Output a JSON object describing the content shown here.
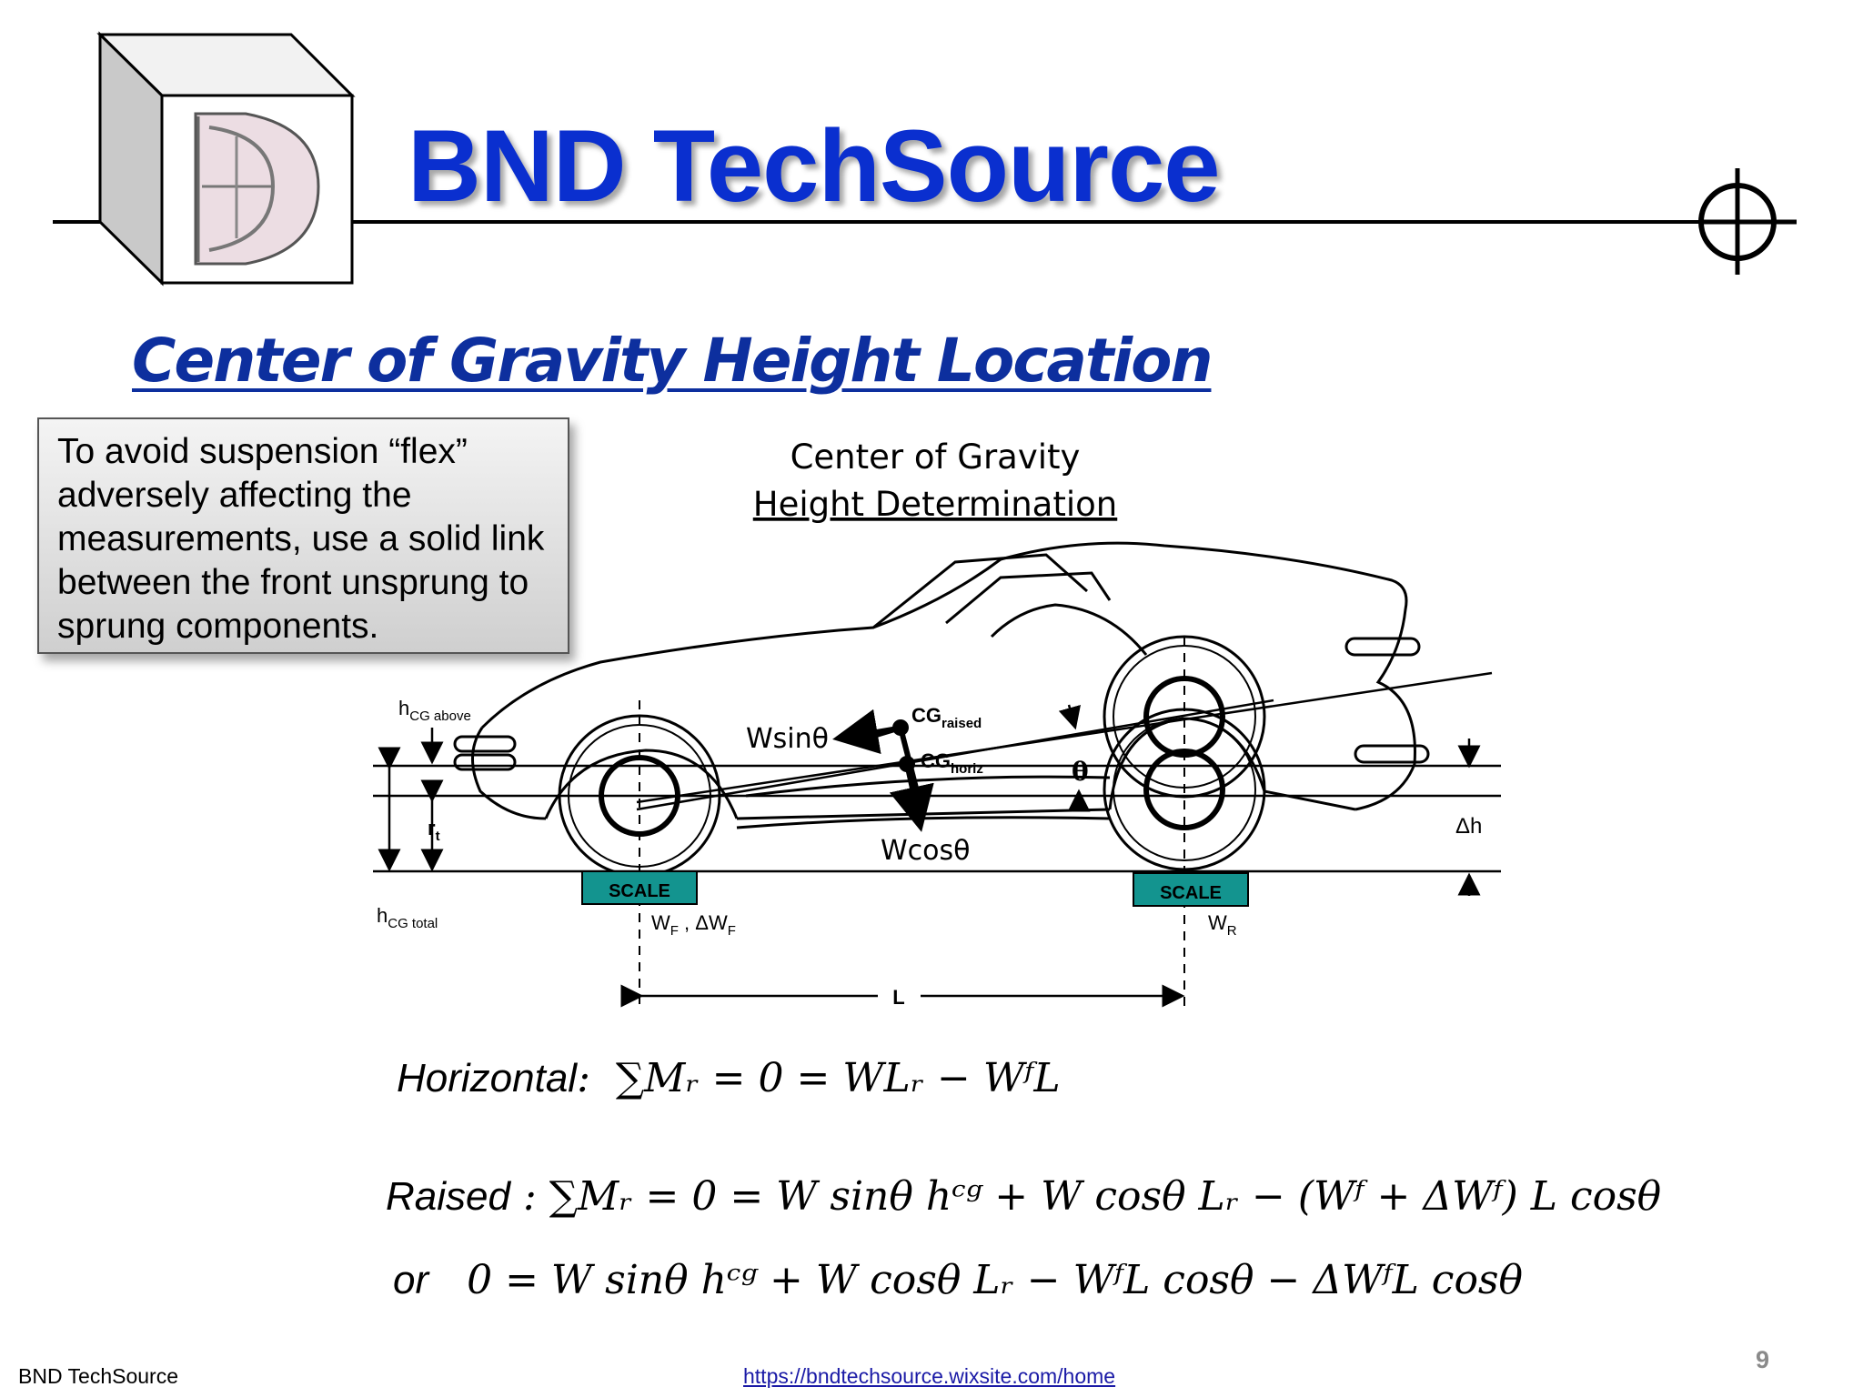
{
  "header": {
    "brand": "BND TechSource",
    "logo_icon": "bnd-cube-logo-icon",
    "crosshair_icon": "crosshair-icon"
  },
  "slide": {
    "title": "Center of Gravity Height Location",
    "note": "To avoid suspension “flex” adversely affecting the measurements, use a solid link between the front unsprung to sprung components."
  },
  "diagram": {
    "title_line1": "Center of Gravity",
    "title_line2": "Height Determination",
    "labels": {
      "h_cg_above": "h",
      "h_cg_above_sub": "CG above",
      "r_t": "r",
      "r_t_sub": "t",
      "h_cg_total": "h",
      "h_cg_total_sub": "CG total",
      "wsin": "Wsinθ",
      "cg_raised": "CG",
      "cg_raised_sub": "raised",
      "cg_horiz": "CG",
      "cg_horiz_sub": "horiz",
      "theta": "θ",
      "wcos": "Wcosθ",
      "delta_h": "Δh",
      "scale_front": "SCALE",
      "scale_rear": "SCALE",
      "wf": "W",
      "wf_sub": "F",
      "wf_sep": " , ΔW",
      "wf_sub2": "F",
      "wr": "W",
      "wr_sub": "R",
      "length": "L"
    }
  },
  "equations": {
    "horizontal_label": "Horizontal",
    "horizontal": "∑Mᵣ = 0 = WLᵣ − WᶠL",
    "raised_label": "Raised",
    "raised": "∑Mᵣ = 0 = W sinθ hᶜᵍ + W cosθ Lᵣ − (Wᶠ + ΔWᶠ) L cosθ",
    "or_label": "or",
    "or_eq": "0 = W sinθ hᶜᵍ + W cosθ Lᵣ − WᶠL cosθ − ΔWᶠL cosθ"
  },
  "footer": {
    "left": "BND TechSource",
    "link": "https://bndtechsource.wixsite.com/home",
    "page_number": "9"
  },
  "colors": {
    "brand_blue": "#0a2fcf",
    "title_blue": "#0d2f9e",
    "scale_teal": "#13948f",
    "link_blue": "#1a1aa6"
  }
}
